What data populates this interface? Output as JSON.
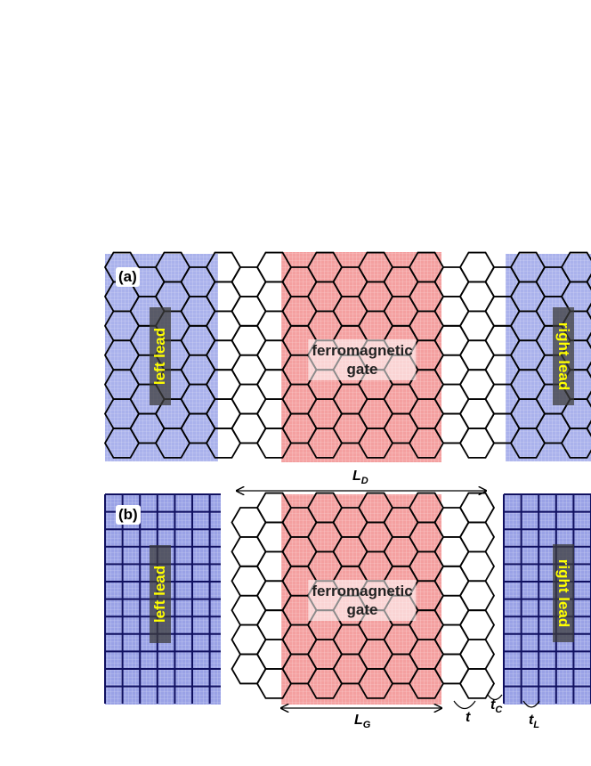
{
  "panels": [
    {
      "label": "(a)",
      "left_lead": "left lead",
      "right_lead": "right lead",
      "gate": [
        "ferromagnetic",
        "gate"
      ],
      "lead_type": "hexagonal"
    },
    {
      "label": "(b)",
      "left_lead": "left lead",
      "right_lead": "right lead",
      "gate": [
        "ferromagnetic",
        "gate"
      ],
      "lead_type": "square"
    }
  ],
  "dimensions": {
    "device_length": {
      "symbol": "L",
      "sub": "D"
    },
    "gate_length": {
      "symbol": "L",
      "sub": "G"
    }
  },
  "hoppings": {
    "t": {
      "symbol": "t",
      "sub": ""
    },
    "tc": {
      "symbol": "t",
      "sub": "C"
    },
    "tl": {
      "symbol": "t",
      "sub": "L"
    }
  },
  "colors": {
    "lead_hex": "#aab2ec",
    "lead_square": "#9aa2e6",
    "gate": "#f4a0a0",
    "lattice": "#000000",
    "label_text": "#ffff00",
    "square_lines": "#101060"
  }
}
